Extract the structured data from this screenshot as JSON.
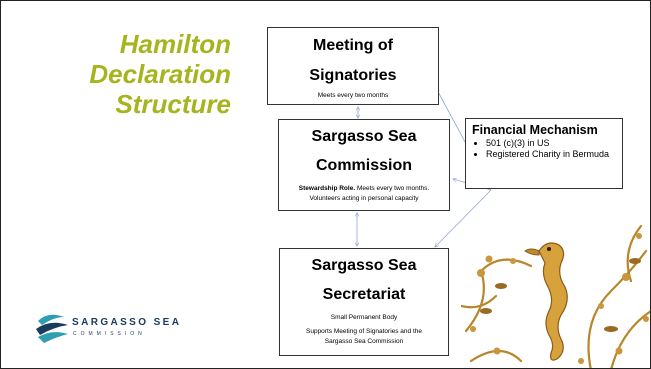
{
  "title": {
    "line1": "Hamilton",
    "line2": "Declaration",
    "line3": "Structure"
  },
  "boxes": {
    "meeting": {
      "heading_line1": "Meeting of",
      "heading_line2": "Signatories",
      "note": "Meets every two months"
    },
    "commission": {
      "heading_line1": "Sargasso Sea",
      "heading_line2": "Commission",
      "note_bold": "Stewardship Role.",
      "note_rest": " Meets every two months.",
      "note_line2": "Volunteers acting in personal capacity"
    },
    "secretariat": {
      "heading_line1": "Sargasso Sea",
      "heading_line2": "Secretariat",
      "note1": "Small Permanent Body",
      "note2_line1": "Supports Meeting of Signatories and the",
      "note2_line2": "Sargasso Sea Commission"
    },
    "finance": {
      "heading": "Financial Mechanism",
      "items": [
        "501 (c)(3) in US",
        "Registered Charity in Bermuda"
      ]
    }
  },
  "logo": {
    "name": "SARGASSO SEA",
    "sub": "COMMISSION"
  },
  "colors": {
    "title": "#a6b41e",
    "connector": "#8fa8d4",
    "logo": "#1a3a5e",
    "logo_accent": "#2e9fb0"
  }
}
